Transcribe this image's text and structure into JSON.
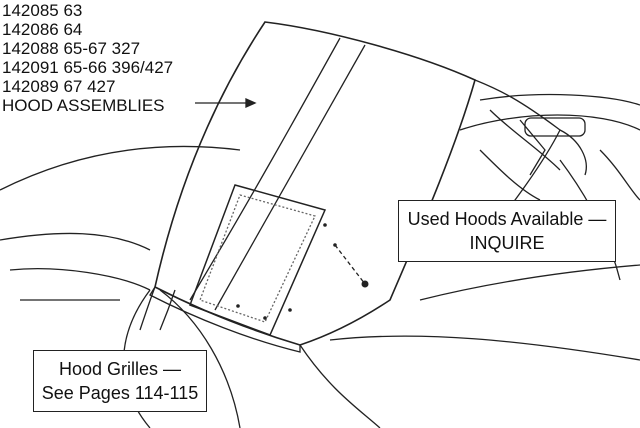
{
  "parts_list": [
    {
      "part": "142085",
      "years": "63"
    },
    {
      "part": "142086",
      "years": "64"
    },
    {
      "part": "142088",
      "years": "65-67 327"
    },
    {
      "part": "142091",
      "years": "65-66 396/427"
    },
    {
      "part": "142089",
      "years": "67 427"
    }
  ],
  "hood_label": "HOOD ASSEMBLIES",
  "callouts": {
    "used_hoods": {
      "line1": "Used Hoods Available —",
      "line2": "INQUIRE"
    },
    "grilles": {
      "line1": "Hood Grilles —",
      "line2": "See Pages 114-115"
    }
  }
}
